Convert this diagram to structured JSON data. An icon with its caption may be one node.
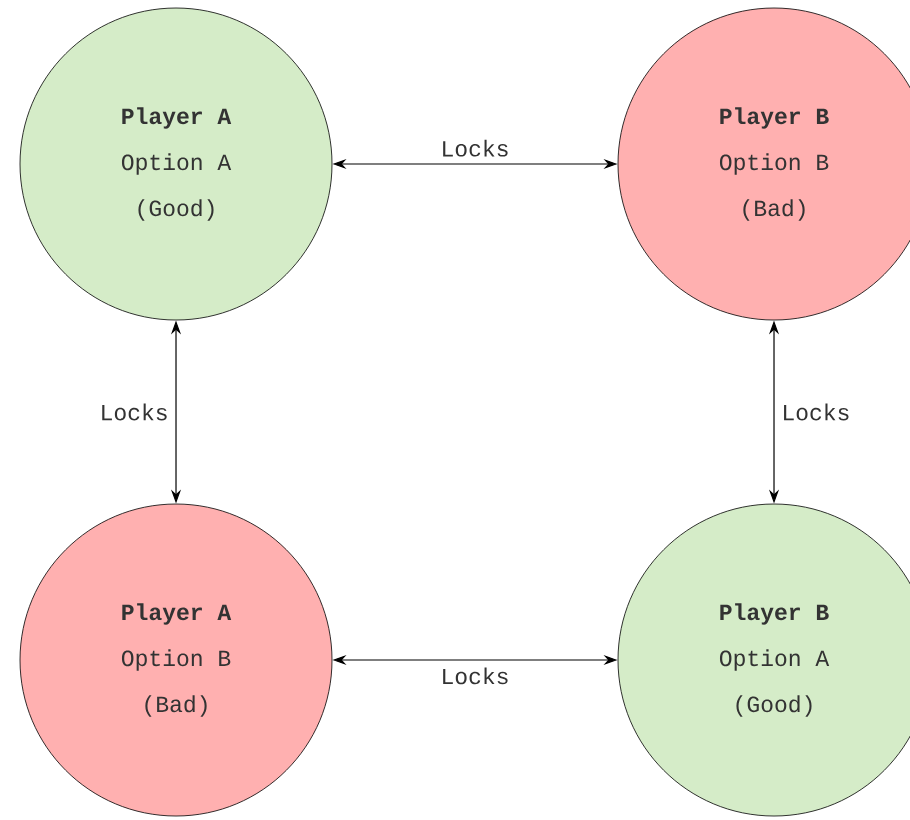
{
  "diagram": {
    "nodes": [
      {
        "text": [
          "Player A",
          "Option A",
          "(Good)"
        ]
      },
      {
        "text": [
          "Player B",
          "Option B",
          "(Bad)"
        ]
      },
      {
        "text": [
          "Player A",
          "Option B",
          "(Bad)"
        ]
      },
      {
        "text": [
          "Player B",
          "Option A",
          "(Good)"
        ]
      }
    ],
    "edges": [
      {
        "from": 0,
        "to": 1,
        "arrow": "both",
        "label": "Locks"
      },
      {
        "from": 0,
        "to": 2,
        "arrow": "both",
        "label": "Locks"
      },
      {
        "from": 1,
        "to": 3,
        "arrow": "both",
        "label": "Locks"
      },
      {
        "from": 2,
        "to": 3,
        "arrow": "both",
        "label": "Locks"
      }
    ]
  }
}
